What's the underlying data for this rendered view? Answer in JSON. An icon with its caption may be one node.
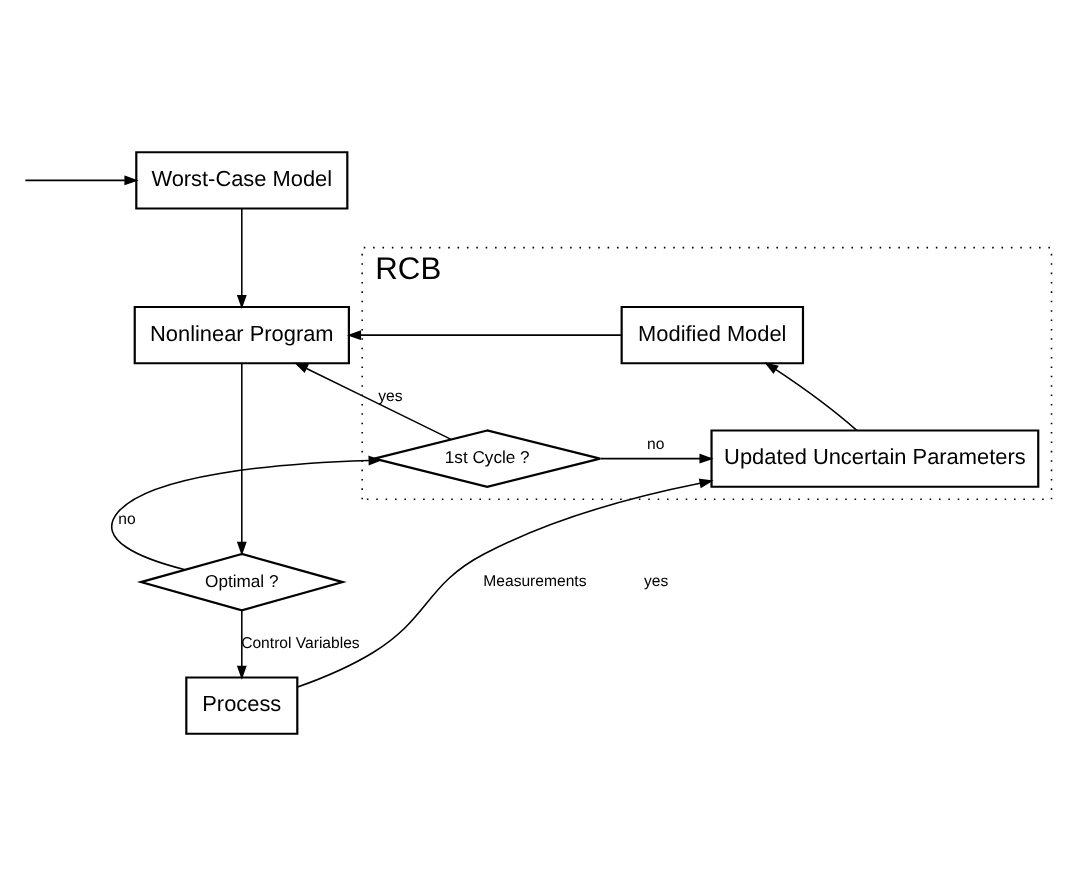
{
  "diagram": {
    "nodes": [
      {
        "text": [
          "Worst-Case Model"
        ]
      },
      {
        "text": [
          "RCB"
        ]
      },
      {
        "text": [
          "Modified Model"
        ],
        "in": 1
      },
      {
        "text": [
          "Nonlinear Program"
        ]
      },
      {
        "text": [
          "Updated Uncertain Parameters"
        ],
        "in": 1
      },
      {
        "text": [
          "1st Cycle ?"
        ],
        "in": 1
      },
      {
        "text": [
          "Optimal ?"
        ]
      },
      {
        "text": [
          "Process"
        ]
      }
    ],
    "edges": [
      {
        "from": null,
        "to": 0,
        "arrow": "to"
      },
      {
        "from": 0,
        "to": 3,
        "arrow": "to"
      },
      {
        "from": 2,
        "to": 3,
        "arrow": "to"
      },
      {
        "from": 3,
        "to": 6,
        "arrow": "to"
      },
      {
        "from": 6,
        "to": 5,
        "arrow": "to",
        "label": "no"
      },
      {
        "from": 5,
        "to": 4,
        "arrow": "to",
        "label": "no"
      },
      {
        "from": 5,
        "to": 3,
        "arrow": "to",
        "label": "yes"
      },
      {
        "from": 4,
        "to": 2,
        "arrow": "to"
      },
      {
        "from": 6,
        "to": 7,
        "arrow": "to",
        "label": "Control Variables"
      },
      {
        "from": 7,
        "to": 4,
        "arrow": "to",
        "label": "Measurements"
      }
    ],
    "labels": [
      "yes"
    ]
  }
}
